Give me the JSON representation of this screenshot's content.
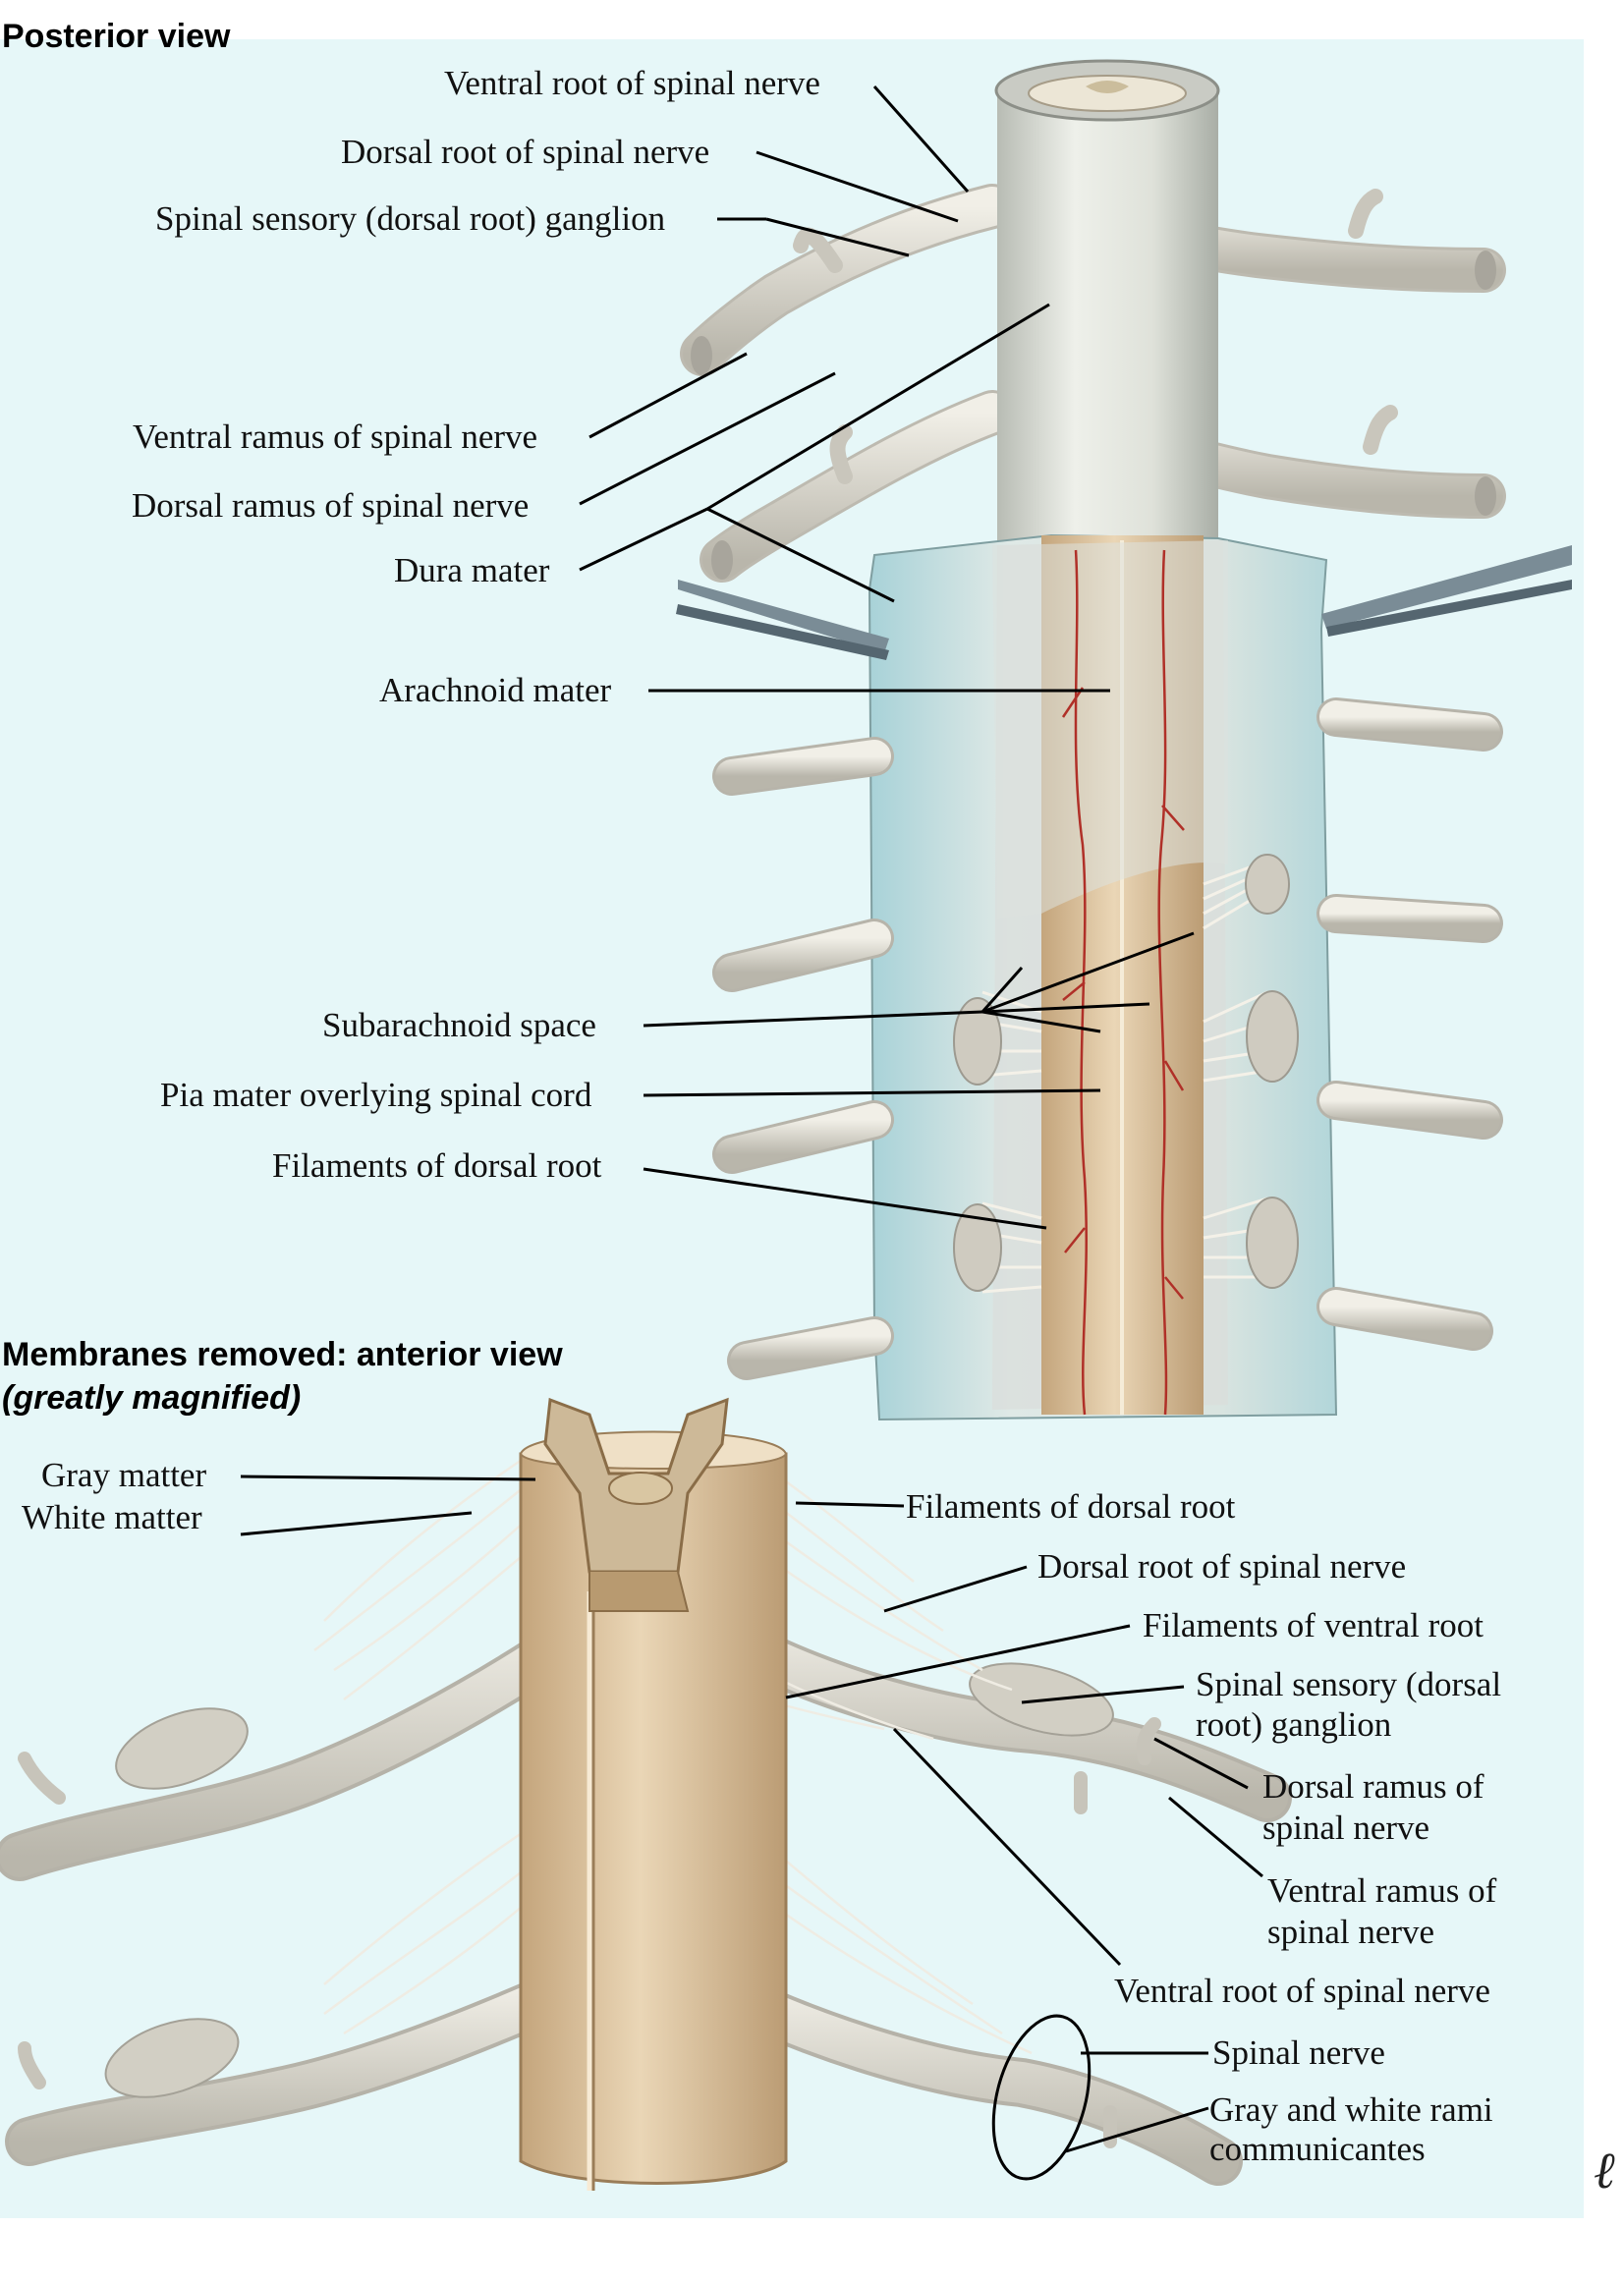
{
  "headings": {
    "posterior": "Posterior view",
    "membranes": "Membranes removed: anterior view",
    "magnified": "(greatly magnified)"
  },
  "labels_top": {
    "ventral_root": "Ventral root of spinal nerve",
    "dorsal_root": "Dorsal root of spinal nerve",
    "spinal_ganglion": "Spinal sensory (dorsal root) ganglion",
    "ventral_ramus": "Ventral ramus of spinal nerve",
    "dorsal_ramus": "Dorsal ramus of spinal nerve",
    "dura_mater": "Dura mater",
    "arachnoid_mater": "Arachnoid mater",
    "subarachnoid_space": "Subarachnoid space",
    "pia_mater": "Pia mater overlying spinal cord",
    "filaments_dorsal": "Filaments of dorsal root"
  },
  "labels_bottom": {
    "gray_matter": "Gray matter",
    "white_matter": "White matter",
    "filaments_dorsal": "Filaments of dorsal root",
    "dorsal_root": "Dorsal root of spinal nerve",
    "filaments_ventral": "Filaments of ventral root",
    "ganglion_1": "Spinal sensory (dorsal",
    "ganglion_2": "root) ganglion",
    "dorsal_ramus_1": "Dorsal ramus of",
    "dorsal_ramus_2": "spinal nerve",
    "ventral_ramus_1": "Ventral ramus of",
    "ventral_ramus_2": "spinal nerve",
    "ventral_root": "Ventral root of spinal nerve",
    "spinal_nerve": "Spinal nerve",
    "rami_1": "Gray and white rami",
    "rami_2": "communicantes"
  },
  "colors": {
    "background_plate": "#e6f7f8",
    "nerve": "#d9d6cc",
    "cord_tan": "#d8c2a0",
    "dura": "#e8ece8",
    "vessel": "#b03028",
    "leader": "#000000"
  },
  "signature": "ℓ"
}
